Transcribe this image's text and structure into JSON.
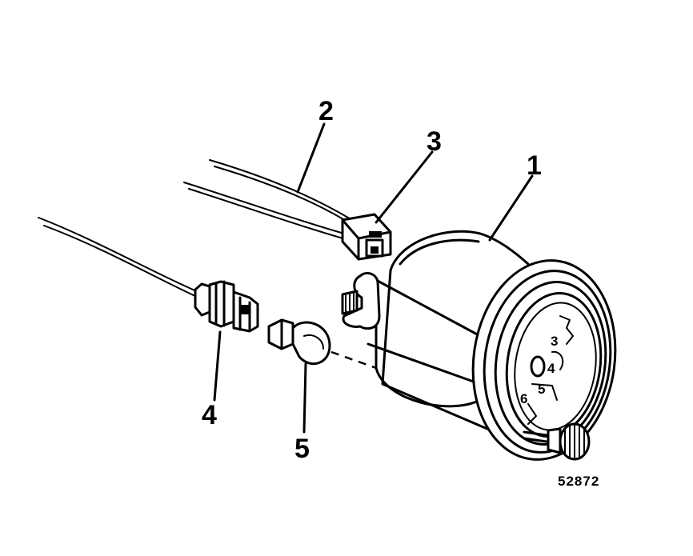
{
  "callouts": {
    "c1": "1",
    "c2": "2",
    "c3": "3",
    "c4": "4",
    "c5": "5"
  },
  "dial": {
    "n3": "3",
    "n4": "4",
    "n5": "5",
    "n6": "6"
  },
  "reference_number": "52872"
}
